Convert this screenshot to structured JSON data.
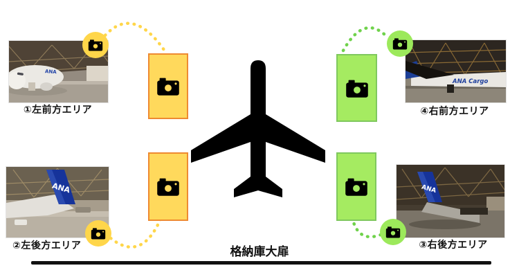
{
  "areas": [
    {
      "label": "①左前方エリア",
      "position": "left-front"
    },
    {
      "label": "②左後方エリア",
      "position": "left-rear"
    },
    {
      "label": "③右後方エリア",
      "position": "right-rear"
    },
    {
      "label": "④右前方エリア",
      "position": "right-front"
    }
  ],
  "door_label": "格納庫大扉",
  "photo_texts": {
    "front_left": "ANA",
    "rear_left": "ANA",
    "rear_right": "ANA",
    "front_right": "ANA Cargo"
  },
  "colors": {
    "left_station_fill": "#FFD95C",
    "left_station_border": "#EE8A31",
    "left_accent": "#FFD64A",
    "right_station_fill": "#A5EB61",
    "right_station_border": "#7FC85E",
    "right_accent": "#9CE95B",
    "right_dots": "#6FD24B",
    "airplane": "#000000",
    "door_line": "#111111"
  },
  "icons": {
    "camera": "camera-icon",
    "airplane": "airplane-icon"
  }
}
